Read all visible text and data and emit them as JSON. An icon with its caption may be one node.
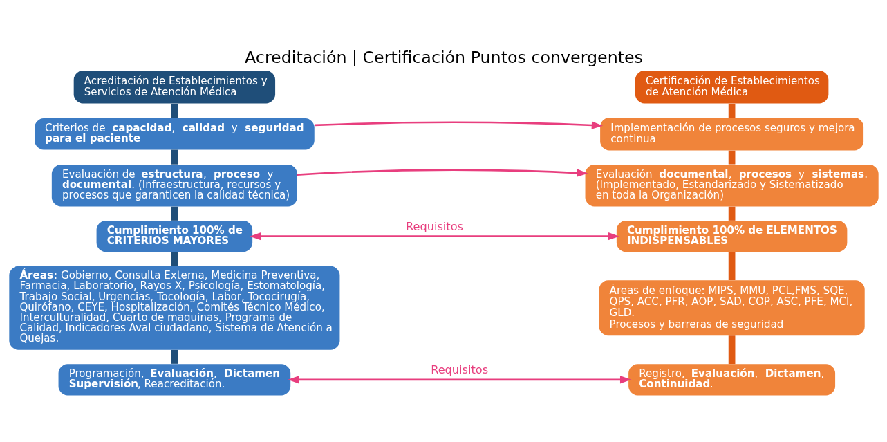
{
  "diagram": {
    "title": "Acreditación | Certificación Puntos convergentes",
    "nodes": [
      {
        "text": [
          "Acreditación de Establecimientos y Servicios de Atención Médica"
        ]
      },
      {
        "text": [
          "Criterios de **capacidad**, **calidad** y **seguridad para el paciente**"
        ]
      },
      {
        "text": [
          "Evaluación de **estructura**, **proceso** y **documental**. (Infraestructura, recursos y procesos que garanticen la calidad técnica)"
        ]
      },
      {
        "text": [
          "Cumplimiento 100% de CRITERIOS MAYORES"
        ]
      },
      {
        "text": [
          "**Áreas**: Gobierno, Consulta Externa, Medicina Preventiva, Farmacia, Laboratorio, Rayos X, Psicología, Estomatología, Trabajo Social, Urgencias, Tocología, Labor, Tococirugía, Quirófano, CEYE, Hospitalización, Comités Técnico Médico, Interculturalidad, Cuarto de maquinas, Programa de Calidad, Indicadores Aval ciudadano, Sistema de Atención a Quejas."
        ]
      },
      {
        "text": [
          "Programación, **Evaluación**, **Dictamen** **Supervisión**, Reacreditación."
        ]
      },
      {
        "text": [
          "Certificación de Establecimientos de Atención Médica"
        ]
      },
      {
        "text": [
          "Implementación de procesos seguros y mejora continua"
        ]
      },
      {
        "text": [
          "Evaluación **documental**, **procesos** y **sistemas**. (Implementado, Estandarizado y Sistematizado en toda la Organización)"
        ]
      },
      {
        "text": [
          "Cumplimiento 100% de ELEMENTOS INDISPENSABLES"
        ]
      },
      {
        "text": [
          "Áreas de enfoque: MIPS, MMU, PCL,FMS, SQE, QPS, ACC, PFR, AOP, SAD, COP, ASC, PFE, MCI, GLD.",
          "Procesos y barreras de seguridad"
        ]
      },
      {
        "text": [
          "Registro, **Evaluación**, **Dictamen**, **Continuidad**."
        ]
      }
    ],
    "edges": [
      {
        "from": 0,
        "to": 1,
        "arrow": "none",
        "color": "#1f4e79"
      },
      {
        "from": 1,
        "to": 2,
        "arrow": "none",
        "color": "#1f4e79"
      },
      {
        "from": 2,
        "to": 3,
        "arrow": "none",
        "color": "#1f4e79"
      },
      {
        "from": 3,
        "to": 4,
        "arrow": "none",
        "color": "#1f4e79"
      },
      {
        "from": 4,
        "to": 5,
        "arrow": "none",
        "color": "#1f4e79"
      },
      {
        "from": 6,
        "to": 7,
        "arrow": "none",
        "color": "#e05a12"
      },
      {
        "from": 7,
        "to": 8,
        "arrow": "none",
        "color": "#e05a12"
      },
      {
        "from": 8,
        "to": 9,
        "arrow": "none",
        "color": "#e05a12"
      },
      {
        "from": 9,
        "to": 10,
        "arrow": "none",
        "color": "#e05a12"
      },
      {
        "from": 10,
        "to": 11,
        "arrow": "none",
        "color": "#e05a12"
      },
      {
        "from": 1,
        "to": 7,
        "arrow": "to",
        "color": "#e83e7e"
      },
      {
        "from": 2,
        "to": 8,
        "arrow": "to",
        "color": "#e83e7e"
      },
      {
        "from": 3,
        "to": 9,
        "arrow": "both",
        "label": "Requisitos",
        "color": "#e83e7e"
      },
      {
        "from": 5,
        "to": 11,
        "arrow": "both",
        "label": "Requisitos",
        "color": "#e83e7e"
      }
    ]
  }
}
